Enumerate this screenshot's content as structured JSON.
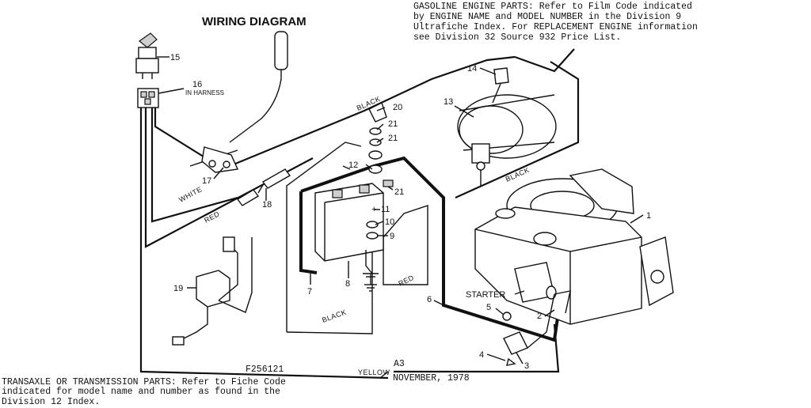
{
  "title": "WIRING DIAGRAM",
  "note_top": [
    "GASOLINE ENGINE PARTS:  Refer to Film Code indicated",
    "by ENGINE NAME and MODEL NUMBER in the Division 9",
    "Ultrafiche Index.  For REPLACEMENT ENGINE information",
    "see Division 32 Source 932 Price List."
  ],
  "note_bottom": [
    "TRANSAXLE OR TRANSMISSION PARTS:  Refer to Fiche Code",
    "indicated for model name and number as found in the",
    "Division 12 Index."
  ],
  "figure_code": "F256121",
  "page_code": "A3",
  "date": "NOVEMBER, 1978",
  "starter_label": "STARTER",
  "in_harness_label": "IN HARNESS",
  "wire_labels": {
    "black_top": "BLACK",
    "black_right": "BLACK",
    "black_bottom": "BLACK",
    "white": "WHITE",
    "red_left": "RED",
    "red_mid": "RED",
    "yellow": "YELLOW"
  },
  "callouts": {
    "c1": "1",
    "c2": "2",
    "c3": "3",
    "c4": "4",
    "c5": "5",
    "c6": "6",
    "c7": "7",
    "c8": "8",
    "c9": "9",
    "c10": "10",
    "c11": "11",
    "c12": "12",
    "c13": "13",
    "c14": "14",
    "c15": "15",
    "c16": "16",
    "c17": "17",
    "c18": "18",
    "c19": "19",
    "c20": "20",
    "c21a": "21",
    "c21b": "21",
    "c21c": "21"
  },
  "battery_plus": "+"
}
